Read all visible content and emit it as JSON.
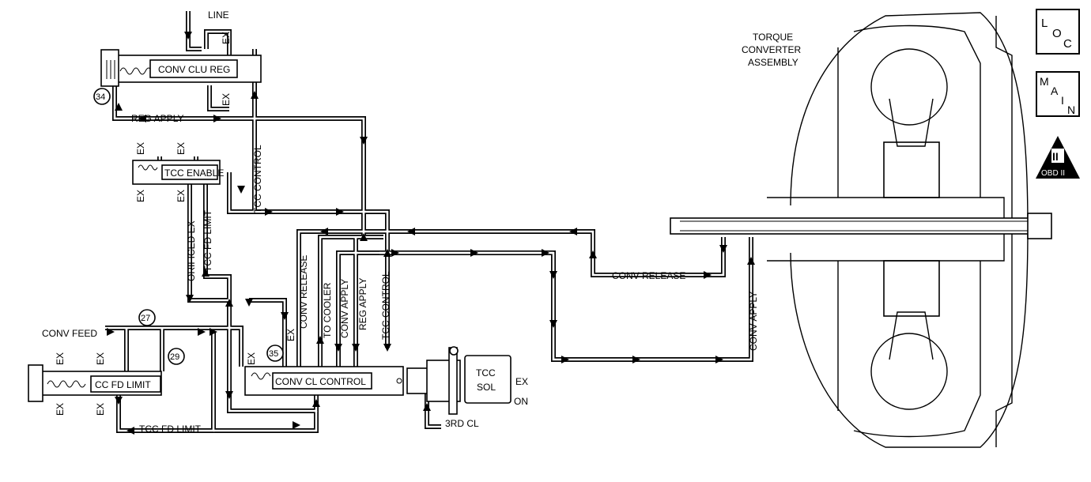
{
  "labels": {
    "line": "LINE",
    "ex": "EX",
    "conv_clu_reg": "CONV CLU REG",
    "reg_apply": "REG APPLY",
    "tcc_enable": "TCC ENABLE",
    "tcc_control": "TCC CONTROL",
    "orificed_ex": "ORIFICED EX",
    "tcc_fd_limit": "TCC FD LIMIT",
    "conv_release": "CONV RELEASE",
    "to_cooler": "TO COOLER",
    "conv_apply": "CONV APPLY",
    "conv_feed": "CONV FEED",
    "cc_fd_limit": "CC FD LIMIT",
    "conv_cl_control": "CONV CL CONTROL",
    "tcc_sol_1": "TCC",
    "tcc_sol_2": "SOL",
    "on": "ON",
    "third_cl": "3RD CL",
    "torque_1": "TORQUE",
    "torque_2": "CONVERTER",
    "torque_3": "ASSEMBLY"
  },
  "circle_numbers": {
    "n34": "34",
    "n27": "27",
    "n29": "29",
    "n35": "35"
  },
  "badges": {
    "loc": [
      "L",
      "O",
      "C"
    ],
    "main": [
      "M",
      "A",
      "I",
      "N"
    ],
    "obd_numeral": "II",
    "obd_text": "OBD II"
  }
}
